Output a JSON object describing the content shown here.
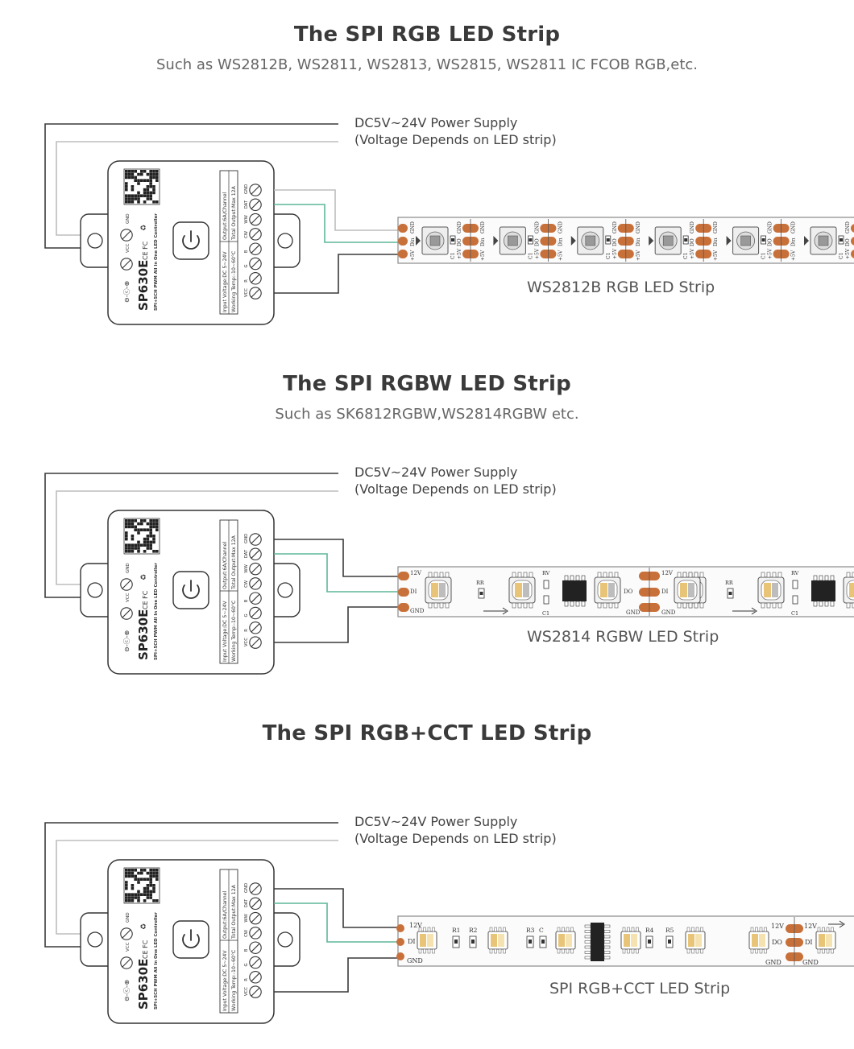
{
  "sections": [
    {
      "title": "The SPI RGB LED Strip",
      "subtitle": "Such as WS2812B, WS2811, WS2813, WS2815, WS2811 IC FCOB RGB,etc.",
      "power_line1": "DC5V~24V Power Supply",
      "power_line2": "(Voltage Depends on LED strip)",
      "strip_label": "WS2812B RGB LED Strip"
    },
    {
      "title": "The SPI RGBW LED Strip",
      "subtitle": "Such as SK6812RGBW,WS2814RGBW etc.",
      "power_line1": "DC5V~24V Power Supply",
      "power_line2": "(Voltage Depends on LED strip)",
      "strip_label": "WS2814 RGBW LED Strip"
    },
    {
      "title": "The SPI RGB+CCT LED Strip",
      "subtitle": "",
      "power_line1": "DC5V~24V Power Supply",
      "power_line2": "(Voltage Depends on LED strip)",
      "strip_label": "SPI RGB+CCT LED Strip"
    }
  ],
  "controller": {
    "model": "SP630E",
    "description": "SPI+5CH PWM All In One LED Controller",
    "spec_input_voltage": "Input Voltage:DC 5~24V",
    "spec_working_temp": "Working Temp:-10~60°C",
    "spec_output_channel": "Output:6A/Channel",
    "spec_total_output": "Total Output:Max 12A",
    "input_terminals": [
      "GND",
      "VCC"
    ],
    "output_terminals": [
      "GND",
      "DAT",
      "WW",
      "CW",
      "B",
      "G",
      "R",
      "VCC"
    ],
    "certifications": "CE FC"
  },
  "strip_pads": {
    "ws2812b": [
      "GND",
      "Din",
      "+5V",
      "DO",
      "C1"
    ],
    "ws2814": [
      "12V",
      "DI",
      "GND",
      "DO",
      "RR",
      "RV",
      "C1"
    ],
    "rgbcct": [
      "12V",
      "DI",
      "GND",
      "DO",
      "R1",
      "R2",
      "R3",
      "C",
      "R4",
      "R5"
    ]
  },
  "colors": {
    "wire_dark": "#3a3a3a",
    "wire_light": "#bdbdbd",
    "wire_data": "#5fb79a",
    "pad_copper": "#c8703a",
    "strip_border": "#999999"
  }
}
